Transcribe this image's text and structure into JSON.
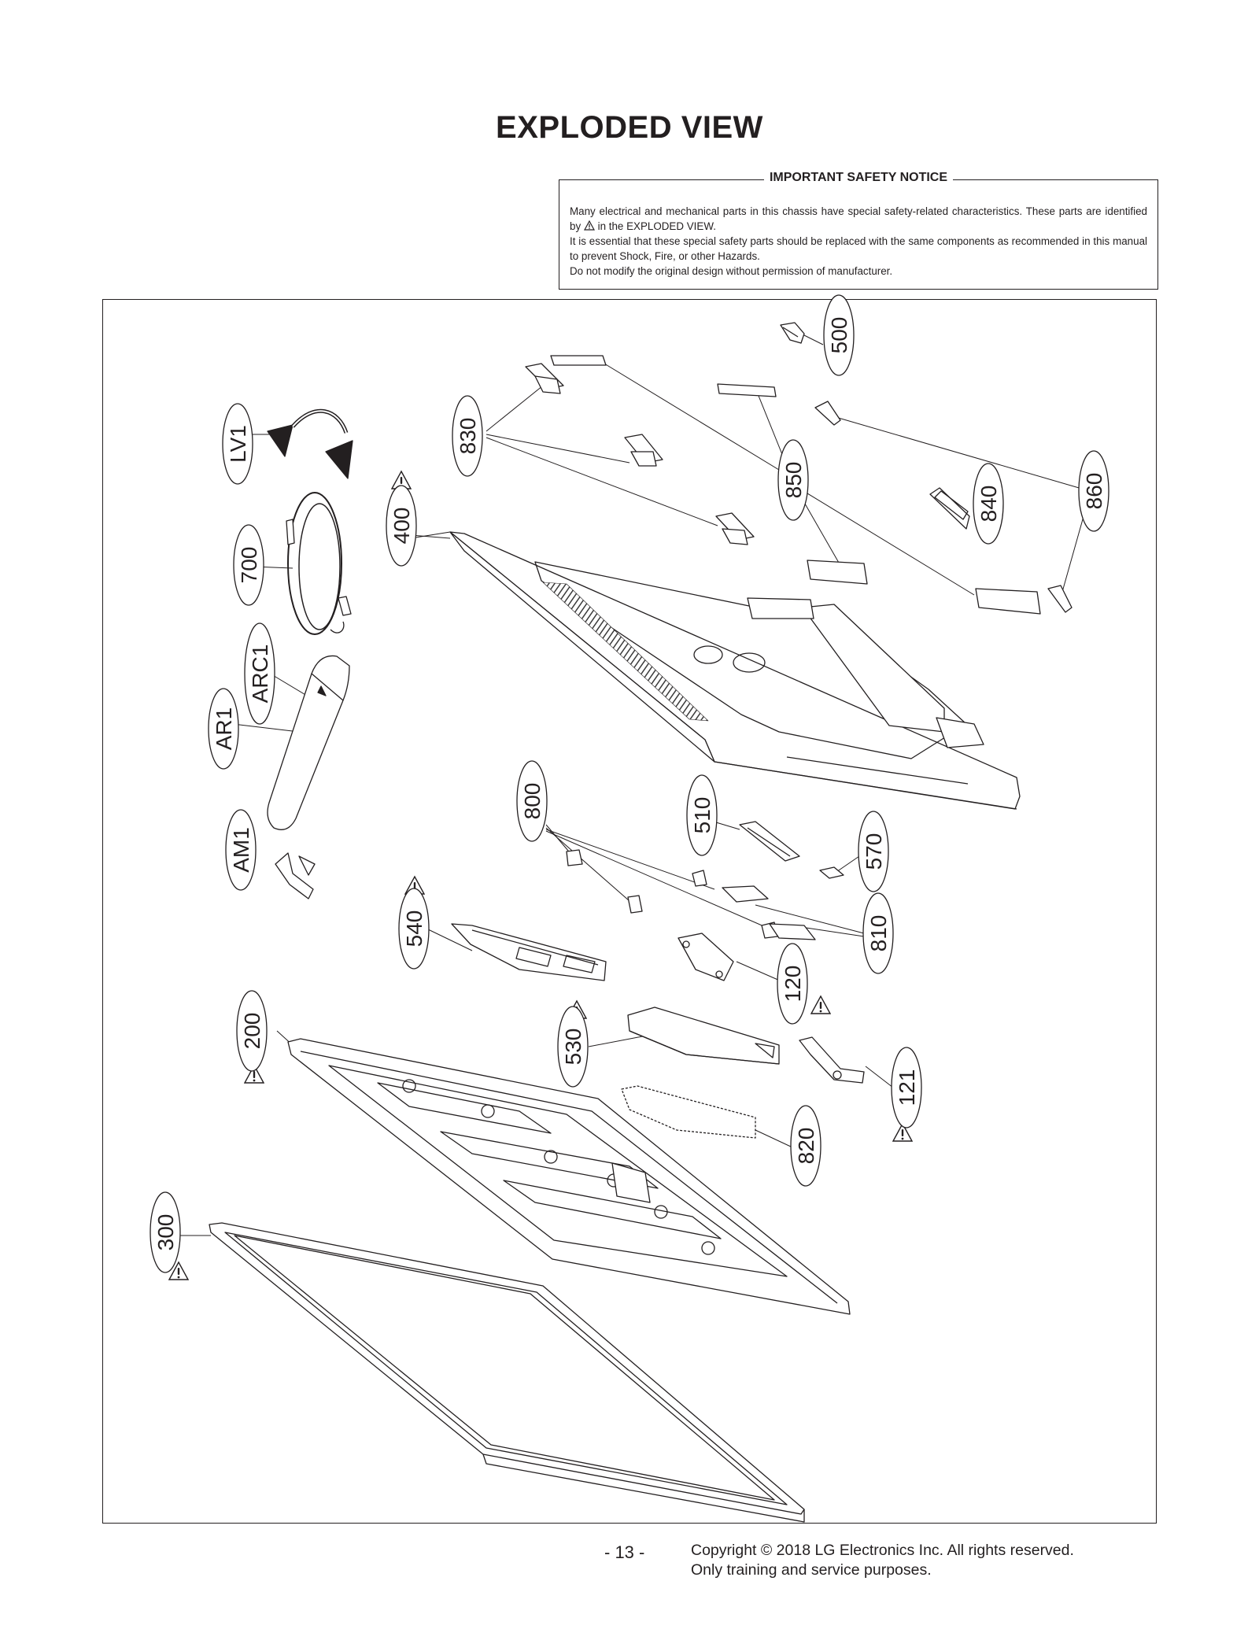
{
  "page": {
    "title": "EXPLODED VIEW",
    "notice": {
      "heading": "IMPORTANT SAFETY NOTICE",
      "line1_pre": "Many electrical and mechanical parts in this chassis have special safety-related characteristics. These parts are identified by",
      "line1_post": "in the EXPLODED VIEW.",
      "line2": "It is essential that these special safety parts should be replaced with the same components as recommended in this manual to prevent Shock, Fire, or other Hazards.",
      "line3": "Do not modify the original design without permission of manufacturer."
    },
    "footer": {
      "page_number": "- 13 -",
      "copyright": "Copyright © 2018 LG Electronics Inc. All rights reserved.",
      "purpose": "Only training and service purposes."
    }
  },
  "callouts": [
    {
      "label": "500"
    },
    {
      "label": "830"
    },
    {
      "label": "LV1"
    },
    {
      "label": "850"
    },
    {
      "label": "840"
    },
    {
      "label": "860"
    },
    {
      "label": "400"
    },
    {
      "label": "700"
    },
    {
      "label": "ARC1"
    },
    {
      "label": "AR1"
    },
    {
      "label": "AM1"
    },
    {
      "label": "800"
    },
    {
      "label": "510"
    },
    {
      "label": "570"
    },
    {
      "label": "540"
    },
    {
      "label": "810"
    },
    {
      "label": "120"
    },
    {
      "label": "200"
    },
    {
      "label": "530"
    },
    {
      "label": "121"
    },
    {
      "label": "820"
    },
    {
      "label": "300"
    }
  ],
  "colors": {
    "ink": "#231f20",
    "part_fill": "#ffffff",
    "mesh": "#3a3a3a"
  },
  "icons": {
    "safety": "warning-triangle-icon"
  }
}
